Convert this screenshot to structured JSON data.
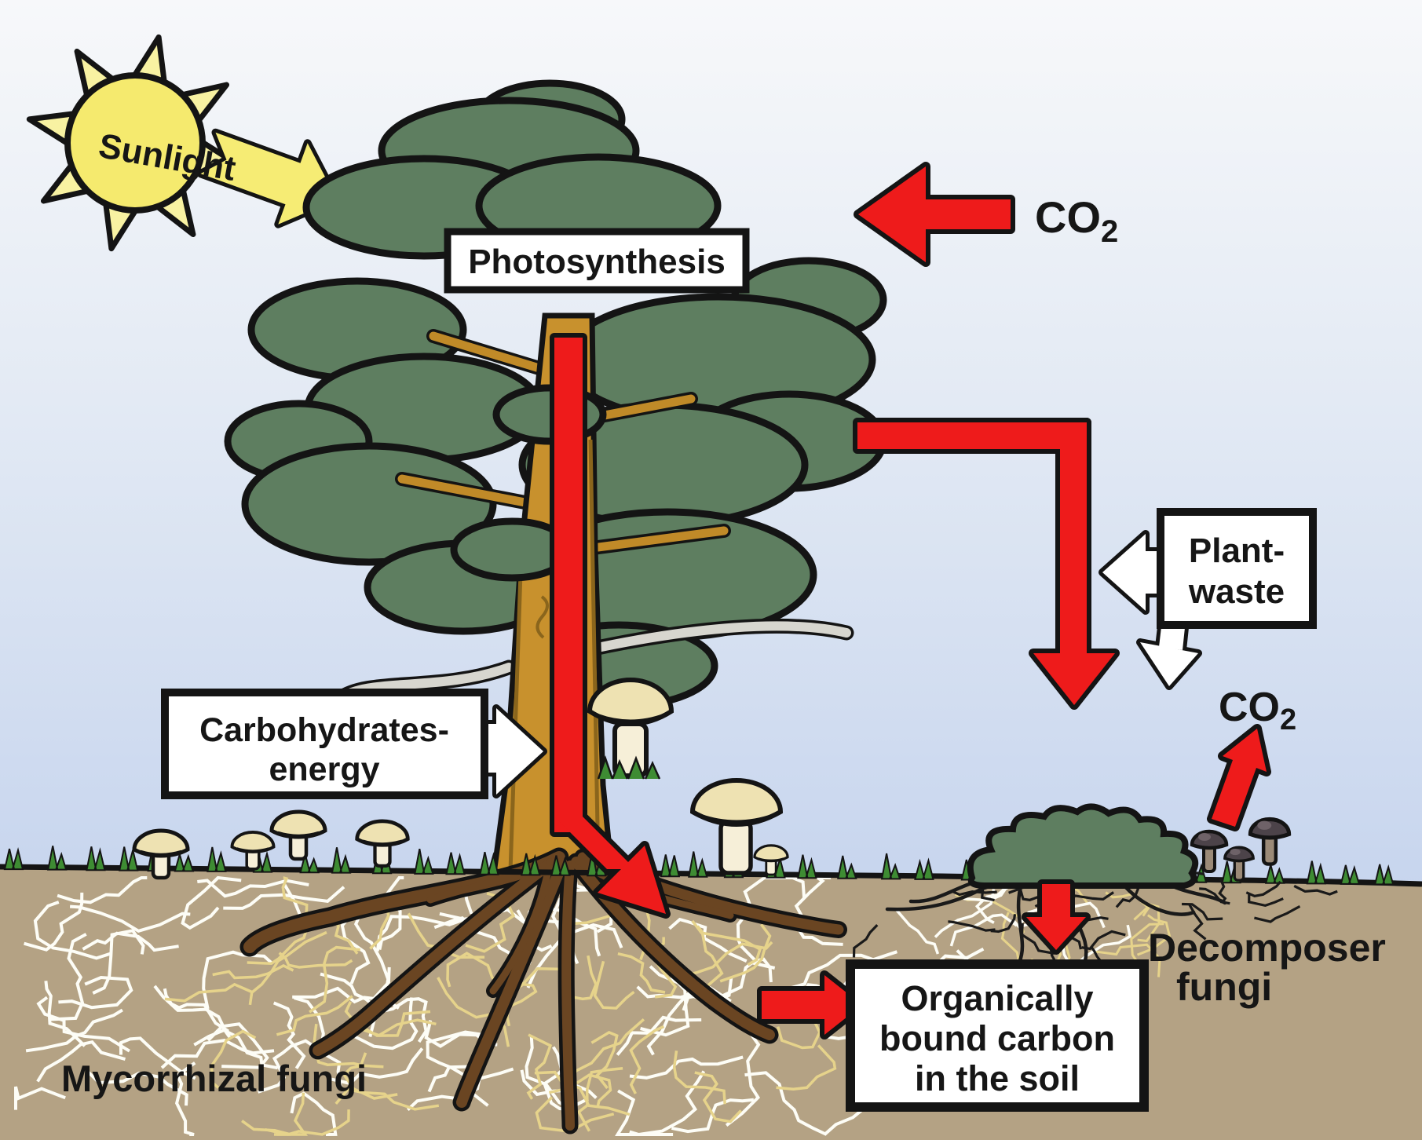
{
  "diagram": {
    "labels": {
      "sunlight": "Sunlight",
      "photosynthesis": "Photosynthesis",
      "co2_top": {
        "main": "CO",
        "sub": "2"
      },
      "co2_soil": {
        "main": "CO",
        "sub": "2"
      },
      "plant_waste": {
        "line1": "Plant-",
        "line2": "waste"
      },
      "carbohydrates": {
        "line1": "Carbohydrates-",
        "line2": "energy"
      },
      "organic_carbon": {
        "line1": "Organically",
        "line2": "bound carbon",
        "line3": "in the soil"
      },
      "decomposer": {
        "line1": "Decomposer",
        "line2": "fungi"
      },
      "mycorrhizal": "Mycorrhizal fungi"
    },
    "colors": {
      "arrow_red": "#ee1b1b",
      "canopy_green": "#5e7e60",
      "soil_tan": "#b4a284",
      "sun_yellow": "#f5ea6e",
      "ray_yellow": "#f8f2a2",
      "sky_blue": "#c7d5ee",
      "trunk_gold": "#c8912d",
      "outline_black": "#141414"
    }
  }
}
